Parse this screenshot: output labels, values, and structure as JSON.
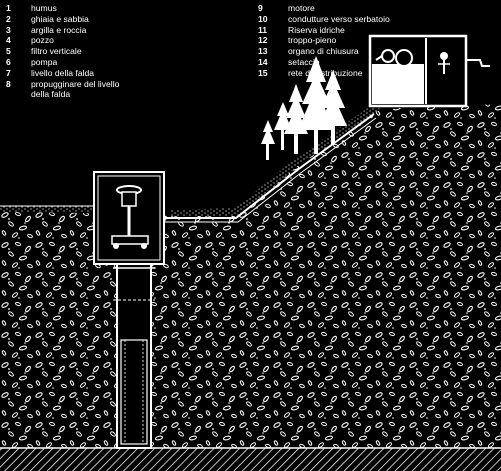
{
  "legend": {
    "left": [
      {
        "num": "1",
        "label": "humus"
      },
      {
        "num": "2",
        "label": "ghiaia e sabbia"
      },
      {
        "num": "3",
        "label": "argilla e roccia"
      },
      {
        "num": "4",
        "label": "pozzo"
      },
      {
        "num": "5",
        "label": "filtro verticale"
      },
      {
        "num": "6",
        "label": "pompa"
      },
      {
        "num": "7",
        "label": "livello della falda"
      },
      {
        "num": "8",
        "label": "propugginare del livello\ndella falda"
      }
    ],
    "right": [
      {
        "num": "9",
        "label": "motore"
      },
      {
        "num": "10",
        "label": "condutture verso serbatoio"
      },
      {
        "num": "11",
        "label": "Riserva idriche"
      },
      {
        "num": "12",
        "label": "troppo-pieno"
      },
      {
        "num": "13",
        "label": "organo di chiusura"
      },
      {
        "num": "14",
        "label": "setaccio"
      },
      {
        "num": "15",
        "label": "rete di distribuzione"
      }
    ]
  },
  "colors": {
    "background": "#000000",
    "lines": "#ffffff"
  },
  "icons": [
    "tree-icon",
    "pump-icon",
    "motor-icon",
    "valve-icon"
  ]
}
